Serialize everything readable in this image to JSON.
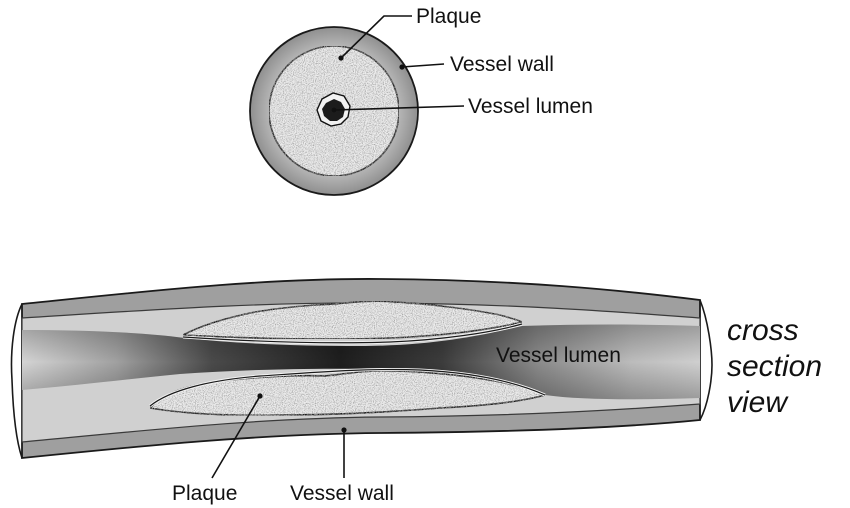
{
  "cross_section": {
    "labels": {
      "plaque": "Plaque",
      "vessel_wall": "Vessel wall",
      "vessel_lumen": "Vessel lumen"
    }
  },
  "longitudinal": {
    "labels": {
      "vessel_lumen": "Vessel lumen",
      "plaque": "Plaque",
      "vessel_wall": "Vessel wall"
    }
  },
  "caption": {
    "line1": "cross",
    "line2": "section",
    "line3": "view"
  },
  "colors": {
    "vessel_wall": "#999999",
    "plaque": "#e8e8e8",
    "lumen_dark": "#3a3a3a",
    "lumen_light": "#c4c4c4",
    "intima": "#d6d6d6",
    "outline": "#1a1a1a"
  }
}
